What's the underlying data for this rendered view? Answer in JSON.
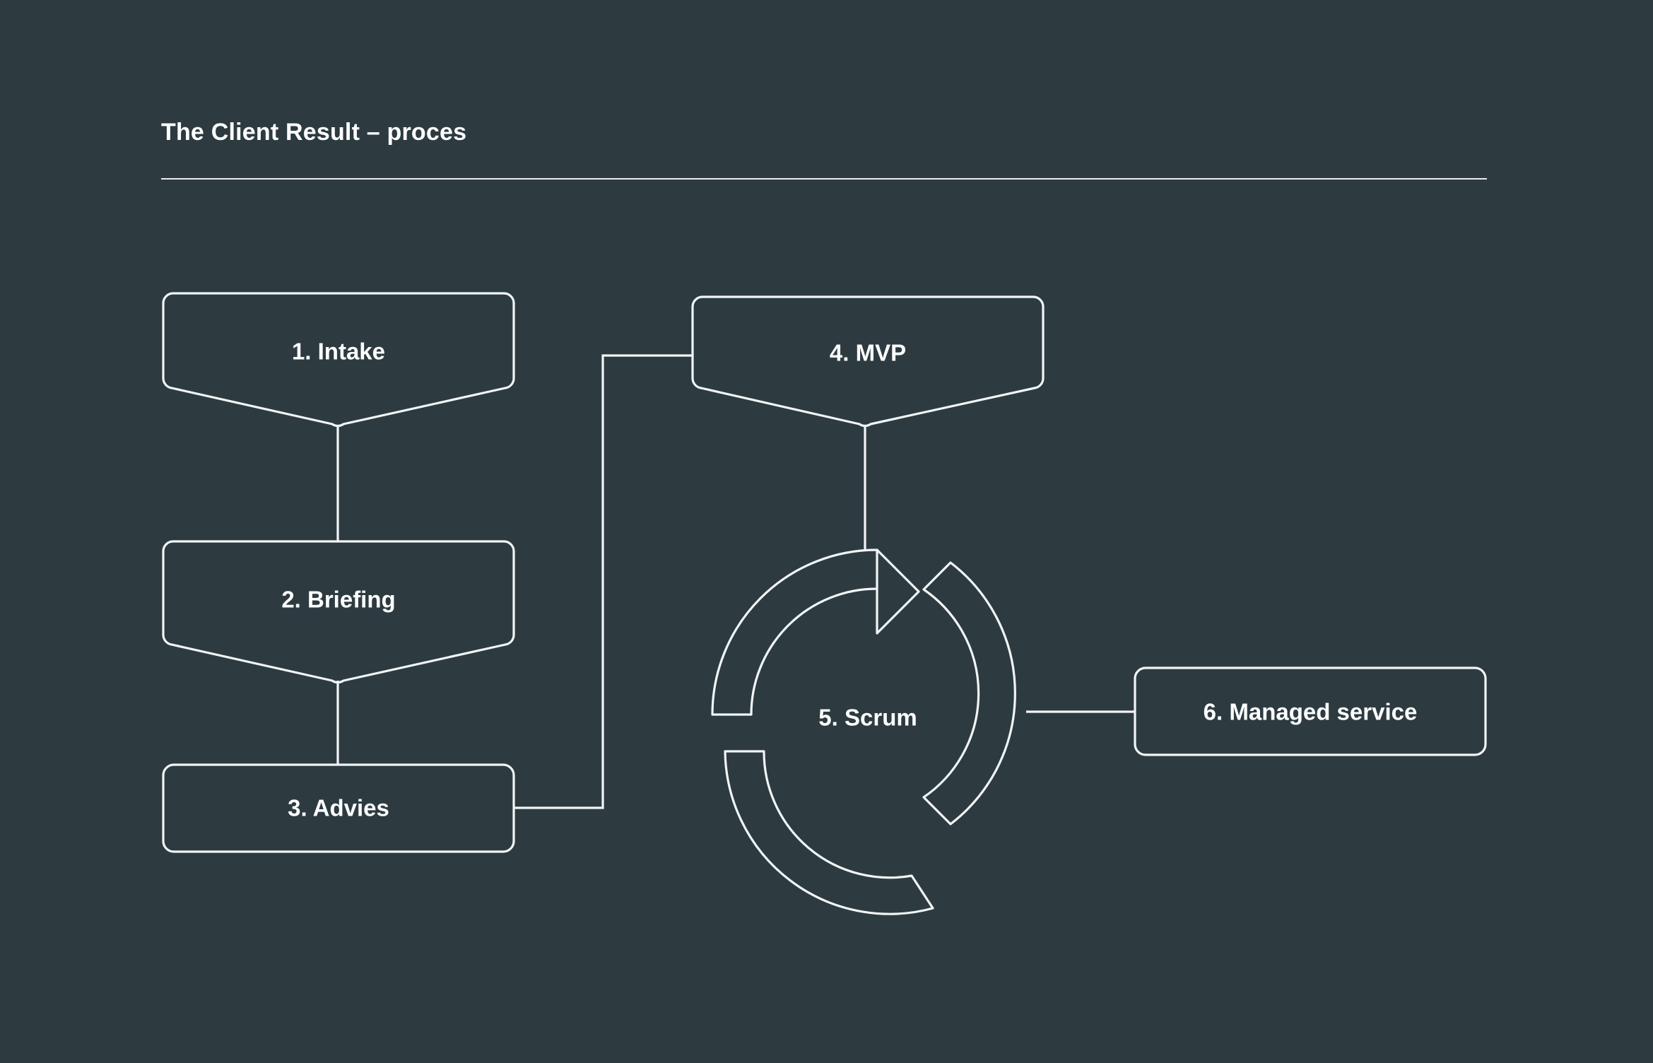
{
  "page": {
    "background_color": "#2d3b41",
    "stroke_color": "#f2f5f5",
    "text_color": "#ffffff"
  },
  "header": {
    "title": "The Client Result – proces"
  },
  "diagram": {
    "type": "process-flow",
    "nodes": [
      {
        "id": "intake",
        "label": "1. Intake",
        "shape": "banner-tail-box"
      },
      {
        "id": "briefing",
        "label": "2. Briefing",
        "shape": "banner-tail-box"
      },
      {
        "id": "advies",
        "label": "3. Advies",
        "shape": "rounded-box"
      },
      {
        "id": "mvp",
        "label": "4. MVP",
        "shape": "banner-tail-box"
      },
      {
        "id": "scrum",
        "label": "5. Scrum",
        "shape": "cycle-arrows"
      },
      {
        "id": "managed-service",
        "label": "6. Managed service",
        "shape": "rounded-box"
      }
    ],
    "connections": [
      {
        "from": "intake",
        "to": "briefing",
        "style": "vertical"
      },
      {
        "from": "briefing",
        "to": "advies",
        "style": "vertical"
      },
      {
        "from": "advies",
        "to": "mvp",
        "style": "elbow"
      },
      {
        "from": "mvp",
        "to": "scrum",
        "style": "vertical"
      },
      {
        "from": "scrum",
        "to": "managed-service",
        "style": "horizontal"
      }
    ]
  }
}
